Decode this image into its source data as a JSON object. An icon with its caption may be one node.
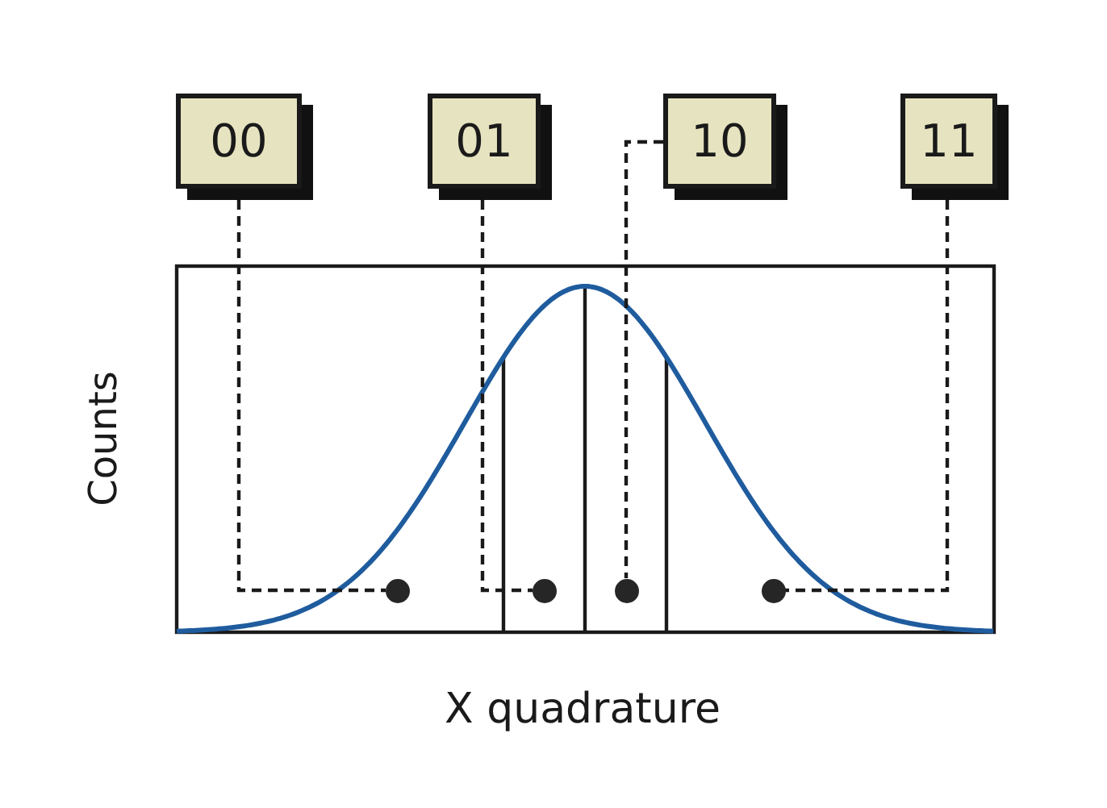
{
  "diagram": {
    "nodes": [
      {
        "text": [
          "00"
        ]
      },
      {
        "text": [
          "01"
        ]
      },
      {
        "text": [
          "10"
        ]
      },
      {
        "text": [
          "11"
        ]
      },
      {
        "text": [],
        "shape": "circle"
      },
      {
        "text": [],
        "shape": "circle"
      },
      {
        "text": [],
        "shape": "circle"
      },
      {
        "text": [],
        "shape": "circle"
      }
    ],
    "edges": [
      {
        "from": 0,
        "to": 4,
        "arrow": "none",
        "style": "dashed"
      },
      {
        "from": 1,
        "to": 5,
        "arrow": "none",
        "style": "dashed"
      },
      {
        "from": 2,
        "to": 6,
        "arrow": "none",
        "style": "dashed"
      },
      {
        "from": 3,
        "to": 7,
        "arrow": "none",
        "style": "dashed"
      }
    ],
    "labels": [
      "Counts",
      "X quadrature"
    ]
  }
}
